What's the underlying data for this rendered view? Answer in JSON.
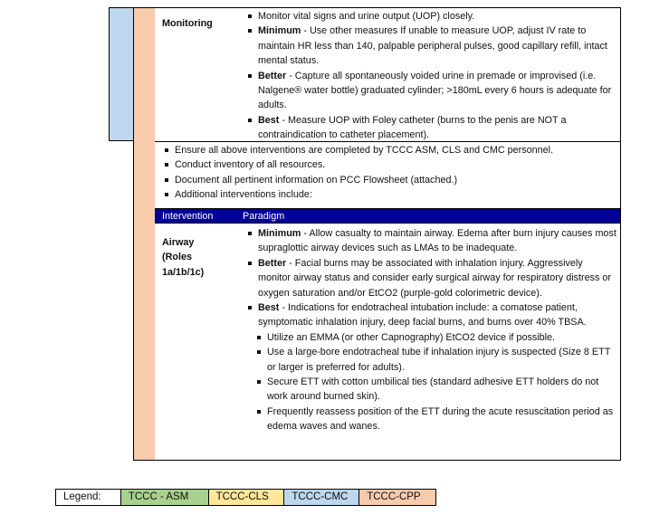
{
  "monitoring": {
    "label": "Monitoring",
    "bullets": [
      {
        "bold": "",
        "text": "Monitor vital signs and urine output (UOP) closely."
      },
      {
        "bold": "Minimum",
        "text": " - Use other measures If unable to measure UOP, adjust IV rate to maintain HR less than 140, palpable peripheral pulses, good capillary refill, intact mental status."
      },
      {
        "bold": "Better",
        "text": " - Capture all spontaneously voided urine in premade or improvised (i.e. Nalgene® water bottle) graduated cylinder; >180mL every 6 hours is adequate for adults."
      },
      {
        "bold": "Best",
        "text": " - Measure UOP with Foley catheter (burns to the penis are NOT a contraindication to catheter placement)."
      }
    ]
  },
  "general": [
    "Ensure all above interventions are completed by TCCC ASM, CLS and CMC personnel.",
    "Conduct inventory of all resources.",
    "Document all pertinent information on PCC Flowsheet (attached.)",
    "Additional interventions include:"
  ],
  "header": {
    "col1": "Intervention",
    "col2": "Paradigm"
  },
  "airway": {
    "label_line1": "Airway",
    "label_line2": "(Roles",
    "label_line3": "1a/1b/1c)",
    "bullets": [
      {
        "bold": "Minimum",
        "text": " - Allow casualty to maintain airway. Edema after burn injury causes most supraglottic airway devices such as LMAs to be inadequate."
      },
      {
        "bold": "Better",
        "text": " - Facial burns may be associated with inhalation injury. Aggressively monitor airway status and consider early surgical airway for respiratory distress or oxygen saturation and/or EtCO2 (purple-gold colorimetric device)."
      },
      {
        "bold": "Best",
        "text": " - Indications for endotracheal intubation include: a comatose patient, symptomatic inhalation injury, deep facial burns, and burns over 40% TBSA."
      }
    ],
    "sub_bullets": [
      "Utilize an EMMA (or other Capnography) EtCO2 device if possible.",
      "Use a large-bore endotracheal tube if inhalation injury is suspected (Size 8 ETT or larger is preferred for adults).",
      "Secure ETT with cotton umbilical ties (standard adhesive ETT holders do not work around burned skin).",
      "Frequently reassess position of the ETT during the acute resuscitation period as edema waves and wanes."
    ]
  },
  "legend": {
    "label": "Legend:",
    "items": [
      {
        "label": "TCCC - ASM",
        "color": "#a9d18e"
      },
      {
        "label": "TCCC-CLS",
        "color": "#ffe699"
      },
      {
        "label": "TCCC-CMC",
        "color": "#bdd7ee"
      },
      {
        "label": "TCCC-CPP",
        "color": "#f8cbad"
      }
    ]
  },
  "colors": {
    "header_bg": "#000099",
    "cmc": "#bdd7ee",
    "cpp": "#f8cbad"
  }
}
